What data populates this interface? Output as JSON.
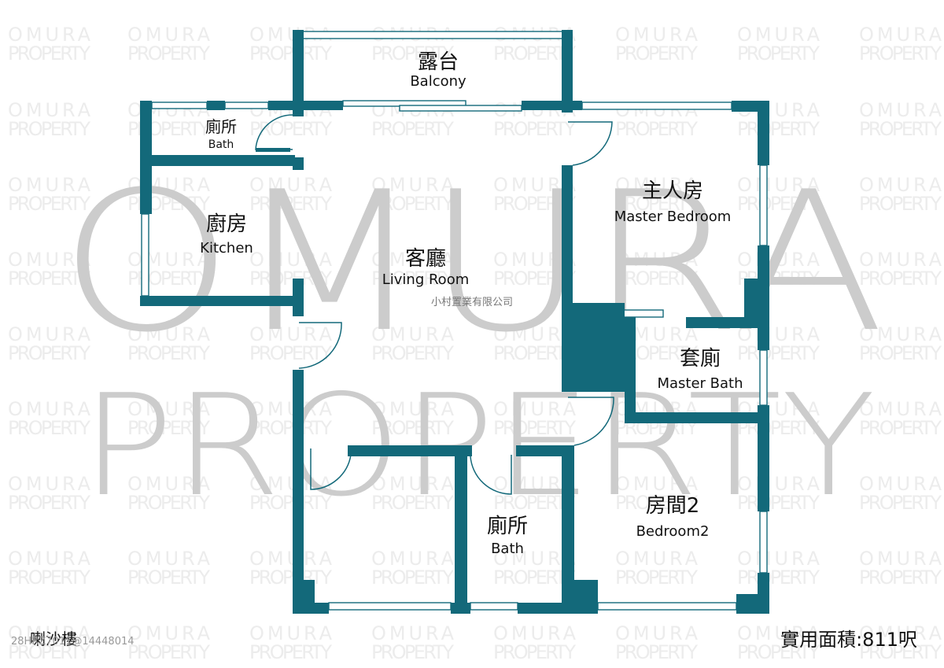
{
  "colors": {
    "wall": "#13697a",
    "door": "#13697a",
    "watermark": "#c9c9c9",
    "watermark_small": "#ececec",
    "text": "#111111"
  },
  "watermark": {
    "big_line1": "OMURA",
    "big_line2": "PROPERTY",
    "small_line1": "OMURA",
    "small_line2": "PROPERTY"
  },
  "rooms": {
    "balcony": {
      "cn": "露台",
      "en": "Balcony"
    },
    "bath_top": {
      "cn": "廁所",
      "en": "Bath"
    },
    "kitchen": {
      "cn": "廚房",
      "en": "Kitchen"
    },
    "living": {
      "cn": "客廳",
      "en": "Living Room"
    },
    "master_bedroom": {
      "cn": "主人房",
      "en": "Master Bedroom"
    },
    "master_bath": {
      "cn": "套廁",
      "en": "Master Bath"
    },
    "bath_bottom": {
      "cn": "廁所",
      "en": "Bath"
    },
    "bedroom2": {
      "cn": "房間2",
      "en": "Bedroom2"
    }
  },
  "company": "小村置業有限公司",
  "building": "喇沙樓",
  "ref_code": "28HRZ7011@14448014",
  "area": "實用面積:811呎"
}
